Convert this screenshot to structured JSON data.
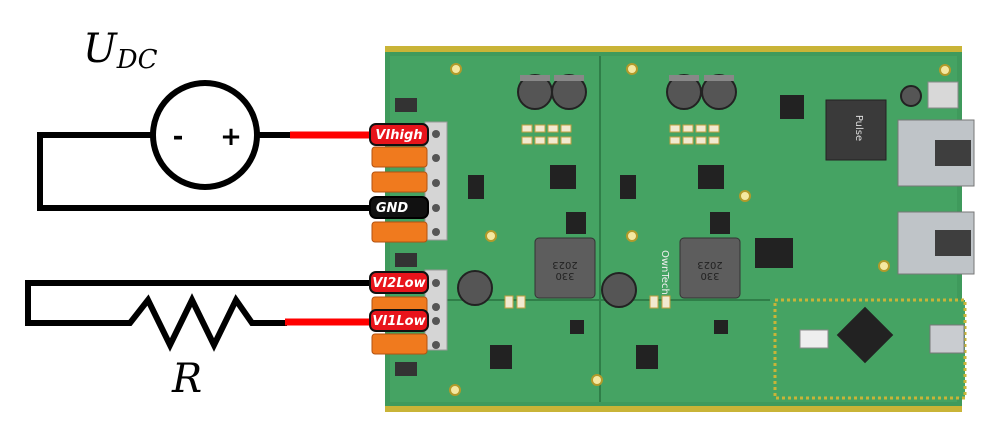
{
  "circuit": {
    "source_label": "U",
    "source_subscript": "DC",
    "source_minus": "-",
    "source_plus": "+",
    "resistor_label": "R"
  },
  "connectors": [
    {
      "label": "VIhigh",
      "color": "#e8141b"
    },
    {
      "label": "GND",
      "color": "#111111"
    },
    {
      "label": "VI2Low",
      "color": "#e8141b"
    },
    {
      "label": "VI1Low",
      "color": "#e8141b"
    }
  ],
  "board": {
    "inductor_value": "330",
    "inductor_year": "2023",
    "brand": "OwnTech",
    "transformer_brand": "Pulse",
    "board_color": "#3f9a5c",
    "wire_red": "#ff0000"
  }
}
